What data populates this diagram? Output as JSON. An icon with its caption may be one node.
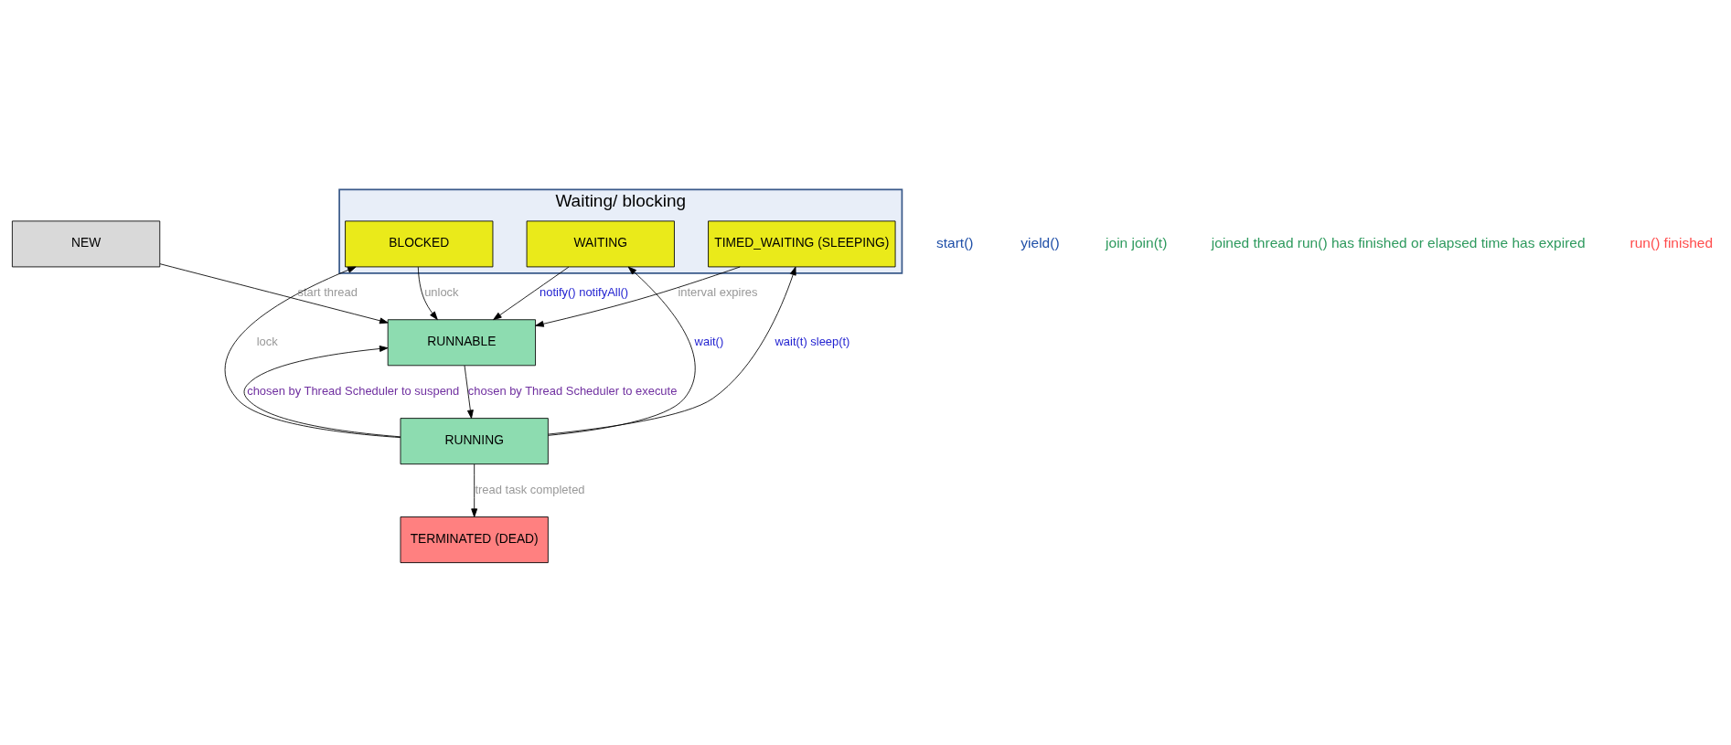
{
  "diagram": {
    "nodes": [
      {
        "text": [
          "NEW"
        ]
      },
      {
        "text": [
          "RUNNABLE"
        ]
      },
      {
        "text": [
          "RUNNING"
        ]
      },
      {
        "text": [
          "TERMINATED (DEAD)"
        ]
      },
      {
        "text": [
          "Waiting/ blocking"
        ]
      },
      {
        "text": [
          "BLOCKED"
        ],
        "in": 4
      },
      {
        "text": [
          "WAITING"
        ],
        "in": 4
      },
      {
        "text": [
          "TIMED_WAITING (SLEEPING)"
        ],
        "in": 4
      }
    ],
    "edges": [
      {
        "from": 0,
        "to": 1,
        "arrow": "to",
        "label": "start thread"
      },
      {
        "from": 1,
        "to": 2,
        "arrow": "to",
        "label": "chosen by Thread Scheduler to execute"
      },
      {
        "from": 2,
        "to": 1,
        "arrow": "to",
        "label": "chosen by Thread Scheduler to suspend"
      },
      {
        "from": 2,
        "to": 3,
        "arrow": "to",
        "label": "tread task completed"
      },
      {
        "from": 2,
        "to": 5,
        "arrow": "to",
        "label": "lock"
      },
      {
        "from": 5,
        "to": 1,
        "arrow": "to",
        "label": "unlock"
      },
      {
        "from": 2,
        "to": 6,
        "arrow": "to",
        "label": "wait()"
      },
      {
        "from": 6,
        "to": 1,
        "arrow": "to",
        "label": "notify() notifyAll()"
      },
      {
        "from": 2,
        "to": 7,
        "arrow": "to",
        "label": "wait(t) sleep(t)"
      },
      {
        "from": 7,
        "to": 1,
        "arrow": "to",
        "label": "interval expires"
      }
    ],
    "labels": [
      "start()",
      "yield()",
      "join join(t)",
      "joined thread run() has finished or elapsed time has expired",
      "run() finished"
    ]
  }
}
